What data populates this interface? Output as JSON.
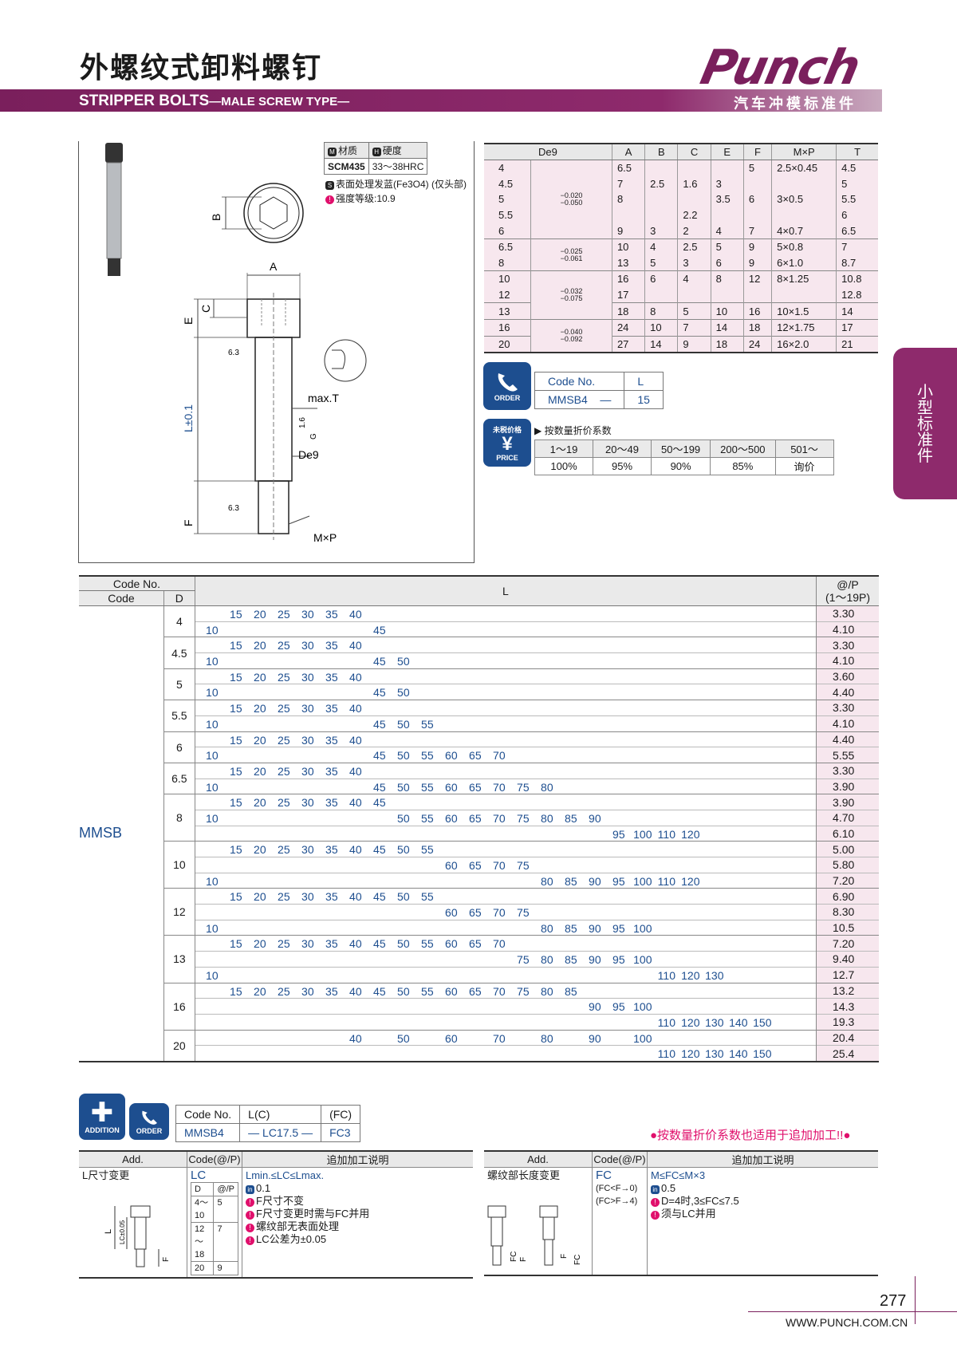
{
  "header": {
    "title_cn": "外螺纹式卸料螺钉",
    "title_en": "STRIPPER BOLTS",
    "title_en_sub": "—MALE SCREW TYPE—",
    "brand": "Punch",
    "brand_sub": "汽车冲模标准件"
  },
  "side_tab": [
    "小",
    "型",
    "标",
    "准",
    "件"
  ],
  "material": {
    "material_label": "材质",
    "hardness_label": "硬度",
    "material_badge": "M",
    "hardness_badge": "H",
    "material": "SCM435",
    "hardness": "33～38HRC",
    "surface_badge": "S",
    "surface": "表面处理发蓝(Fe3O4) (仅头部)",
    "grade": "强度等级:10.9"
  },
  "drawing": {
    "labels": {
      "A": "A",
      "B": "B",
      "C": "C",
      "E": "E",
      "L": "L±0.1",
      "F": "F",
      "De9": "De9",
      "maxT": "max.T",
      "MxP": "M×P",
      "r1": "6.3",
      "r2": "1.6",
      "r3": "6.3",
      "G": "G"
    }
  },
  "spec_table": {
    "headers": [
      "De9",
      "A",
      "B",
      "C",
      "E",
      "F",
      "M×P",
      "T"
    ],
    "tolerances": [
      {
        "up": "−0.020",
        "down": "−0.050"
      },
      {
        "up": "−0.025",
        "down": "−0.061"
      },
      {
        "up": "−0.032",
        "down": "−0.075"
      },
      {
        "up": "−0.040",
        "down": "−0.092"
      }
    ],
    "rows": [
      {
        "D": "4",
        "A": "6.5",
        "B": "",
        "C": "",
        "E": "",
        "F": "5",
        "MP": "2.5×0.45",
        "T": "4.5"
      },
      {
        "D": "4.5",
        "A": "7",
        "B": "2.5",
        "C": "1.6",
        "E": "3",
        "F": "",
        "MP": "",
        "T": "5"
      },
      {
        "D": "5",
        "A": "8",
        "B": "",
        "C": "",
        "E": "3.5",
        "F": "6",
        "MP": "3×0.5",
        "T": "5.5"
      },
      {
        "D": "5.5",
        "A": "",
        "B": "",
        "C": "2.2",
        "E": "",
        "F": "",
        "MP": "",
        "T": "6"
      },
      {
        "D": "6",
        "A": "9",
        "B": "3",
        "C": "2",
        "E": "4",
        "F": "7",
        "MP": "4×0.7",
        "T": "6.5"
      },
      {
        "D": "6.5",
        "A": "10",
        "B": "4",
        "C": "2.5",
        "E": "5",
        "F": "9",
        "MP": "5×0.8",
        "T": "7"
      },
      {
        "D": "8",
        "A": "13",
        "B": "5",
        "C": "3",
        "E": "6",
        "F": "9",
        "MP": "6×1.0",
        "T": "8.7"
      },
      {
        "D": "10",
        "A": "16",
        "B": "6",
        "C": "4",
        "E": "8",
        "F": "12",
        "MP": "8×1.25",
        "T": "10.8"
      },
      {
        "D": "12",
        "A": "17",
        "B": "",
        "C": "",
        "E": "",
        "F": "",
        "MP": "",
        "T": "12.8"
      },
      {
        "D": "13",
        "A": "18",
        "B": "8",
        "C": "5",
        "E": "10",
        "F": "16",
        "MP": "10×1.5",
        "T": "14"
      },
      {
        "D": "16",
        "A": "24",
        "B": "10",
        "C": "7",
        "E": "14",
        "F": "18",
        "MP": "12×1.75",
        "T": "17"
      },
      {
        "D": "20",
        "A": "27",
        "B": "14",
        "C": "9",
        "E": "18",
        "F": "24",
        "MP": "16×2.0",
        "T": "21"
      }
    ]
  },
  "order": {
    "icon_label": "ORDER",
    "headers": [
      "Code No.",
      "L"
    ],
    "code": "MMSB4",
    "dash": "—",
    "L": "15"
  },
  "price": {
    "icon_label": "PRICE",
    "icon_top": "未税价格",
    "title": "▶ 按数量折价系数",
    "qty": [
      "1～19",
      "20～49",
      "50～199",
      "200～500",
      "501～"
    ],
    "rate": [
      "100%",
      "95%",
      "90%",
      "85%",
      "询价"
    ]
  },
  "main_table": {
    "header_codeno": "Code No.",
    "header_code": "Code",
    "header_D": "D",
    "header_L": "L",
    "header_price": "@/P",
    "header_price_sub": "(1～19P)",
    "code": "MMSB",
    "columns": [
      "10",
      "15",
      "20",
      "25",
      "30",
      "35",
      "40",
      "45",
      "50",
      "55",
      "60",
      "65",
      "70",
      "75",
      "80",
      "85",
      "90",
      "95",
      "100",
      "110",
      "120",
      "130",
      "140",
      "150"
    ],
    "groups": [
      {
        "D": "4",
        "rows": [
          {
            "L": [
              "15",
              "20",
              "25",
              "30",
              "35",
              "40"
            ],
            "price": "3.30"
          },
          {
            "L": [
              "10",
              "45"
            ],
            "price": "4.10"
          }
        ]
      },
      {
        "D": "4.5",
        "rows": [
          {
            "L": [
              "15",
              "20",
              "25",
              "30",
              "35",
              "40"
            ],
            "price": "3.30"
          },
          {
            "L": [
              "10",
              "45",
              "50"
            ],
            "price": "4.10"
          }
        ]
      },
      {
        "D": "5",
        "rows": [
          {
            "L": [
              "15",
              "20",
              "25",
              "30",
              "35",
              "40"
            ],
            "price": "3.60"
          },
          {
            "L": [
              "10",
              "45",
              "50"
            ],
            "price": "4.40"
          }
        ]
      },
      {
        "D": "5.5",
        "rows": [
          {
            "L": [
              "15",
              "20",
              "25",
              "30",
              "35",
              "40"
            ],
            "price": "3.30"
          },
          {
            "L": [
              "10",
              "45",
              "50",
              "55"
            ],
            "price": "4.10"
          }
        ]
      },
      {
        "D": "6",
        "rows": [
          {
            "L": [
              "15",
              "20",
              "25",
              "30",
              "35",
              "40"
            ],
            "price": "4.40"
          },
          {
            "L": [
              "10",
              "45",
              "50",
              "55",
              "60",
              "65",
              "70"
            ],
            "price": "5.55"
          }
        ]
      },
      {
        "D": "6.5",
        "rows": [
          {
            "L": [
              "15",
              "20",
              "25",
              "30",
              "35",
              "40"
            ],
            "price": "3.30"
          },
          {
            "L": [
              "10",
              "45",
              "50",
              "55",
              "60",
              "65",
              "70",
              "75",
              "80"
            ],
            "price": "3.90"
          }
        ]
      },
      {
        "D": "8",
        "rows": [
          {
            "L": [
              "15",
              "20",
              "25",
              "30",
              "35",
              "40",
              "45"
            ],
            "price": "3.90"
          },
          {
            "L": [
              "10",
              "50",
              "55",
              "60",
              "65",
              "70",
              "75",
              "80",
              "85",
              "90"
            ],
            "price": "4.70"
          },
          {
            "L": [
              "95",
              "100",
              "110",
              "120"
            ],
            "price": "6.10"
          }
        ]
      },
      {
        "D": "10",
        "rows": [
          {
            "L": [
              "15",
              "20",
              "25",
              "30",
              "35",
              "40",
              "45",
              "50",
              "55"
            ],
            "price": "5.00"
          },
          {
            "L": [
              "60",
              "65",
              "70",
              "75"
            ],
            "price": "5.80"
          },
          {
            "L": [
              "10",
              "80",
              "85",
              "90",
              "95",
              "100",
              "110",
              "120"
            ],
            "price": "7.20"
          }
        ]
      },
      {
        "D": "12",
        "rows": [
          {
            "L": [
              "15",
              "20",
              "25",
              "30",
              "35",
              "40",
              "45",
              "50",
              "55"
            ],
            "price": "6.90"
          },
          {
            "L": [
              "60",
              "65",
              "70",
              "75"
            ],
            "price": "8.30"
          },
          {
            "L": [
              "10",
              "80",
              "85",
              "90",
              "95",
              "100"
            ],
            "price": "10.5"
          }
        ]
      },
      {
        "D": "13",
        "rows": [
          {
            "L": [
              "15",
              "20",
              "25",
              "30",
              "35",
              "40",
              "45",
              "50",
              "55",
              "60",
              "65",
              "70"
            ],
            "price": "7.20"
          },
          {
            "L": [
              "75",
              "80",
              "85",
              "90",
              "95",
              "100"
            ],
            "price": "9.40"
          },
          {
            "L": [
              "10",
              "110",
              "120",
              "130"
            ],
            "price": "12.7"
          }
        ]
      },
      {
        "D": "16",
        "rows": [
          {
            "L": [
              "15",
              "20",
              "25",
              "30",
              "35",
              "40",
              "45",
              "50",
              "55",
              "60",
              "65",
              "70",
              "75",
              "80",
              "85"
            ],
            "price": "13.2"
          },
          {
            "L": [
              "90",
              "95",
              "100"
            ],
            "price": "14.3"
          },
          {
            "L": [
              "110",
              "120",
              "130",
              "140",
              "150"
            ],
            "price": "19.3"
          }
        ]
      },
      {
        "D": "20",
        "rows": [
          {
            "L": [
              "40",
              "50",
              "60",
              "70",
              "80",
              "90",
              "100"
            ],
            "price": "20.4"
          },
          {
            "L": [
              "110",
              "120",
              "130",
              "140",
              "150"
            ],
            "price": "25.4"
          }
        ]
      }
    ]
  },
  "addition": {
    "icon_label": "ADDITION",
    "order_label": "ORDER",
    "headers": [
      "Code No.",
      "L(C)",
      "(FC)"
    ],
    "code": "MMSB4",
    "lc": "— LC17.5 —",
    "fc": "FC3",
    "note": "●按数量折价系数也适用于追加加工!!●",
    "left": {
      "headers": [
        "Add.",
        "Code(@/P)",
        "追加加工说明"
      ],
      "name": "L尺寸变更",
      "code": "LC",
      "mini_head": [
        "D",
        "@/P"
      ],
      "mini_rows": [
        [
          "4～10",
          "5"
        ],
        [
          "12～18",
          "7"
        ],
        [
          "20",
          "9"
        ]
      ],
      "desc": [
        "Lmin.≤LC≤Lmax.",
        "0.1",
        "F尺寸不变",
        "F尺寸变更时需与FC并用",
        "螺纹部无表面处理",
        "LC公差为±0.05"
      ],
      "fig_labels": {
        "L": "L",
        "LC": "LC±0.05",
        "F": "F"
      }
    },
    "right": {
      "headers": [
        "Add.",
        "Code(@/P)",
        "追加加工说明"
      ],
      "name": "螺纹部长度变更",
      "code": "FC",
      "cond1": "(FC<F→0)",
      "cond2": "(FC>F→4)",
      "desc": [
        "M≤FC≤M×3",
        "0.5",
        "D=4时,3≤FC≤7.5",
        "须与LC并用"
      ],
      "fig_labels": {
        "FC": "FC",
        "F": "F"
      }
    }
  },
  "footer": {
    "page": "277",
    "site": "WWW.PUNCH.COM.CN"
  }
}
